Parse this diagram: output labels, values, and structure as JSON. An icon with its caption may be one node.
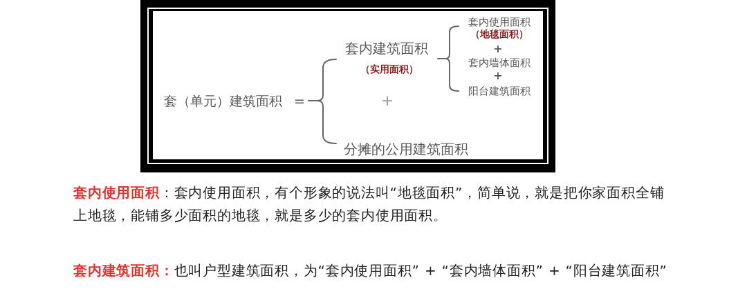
{
  "diagram": {
    "labels": [
      "套（单元）建筑面积",
      "=",
      "套内建筑面积",
      "（实用面积）",
      "套内使用面积",
      "（地毯面积）",
      "+",
      "套内墙体面积",
      "+",
      "阳台建筑面积",
      "+",
      "分摊的公用建筑面积",
      "**套内使用面积**：套内使用面积，有个形象的说法叫“地毯面积”，简单说，就是把你家面积全铺上地毯，能铺多少面积的地毯，就是多少的套内使用面积。",
      "**套内建筑面积：**也叫户型建筑面积，为“套内使用面积” + “套内墙体面积” + “阳台建筑面积”"
    ]
  }
}
